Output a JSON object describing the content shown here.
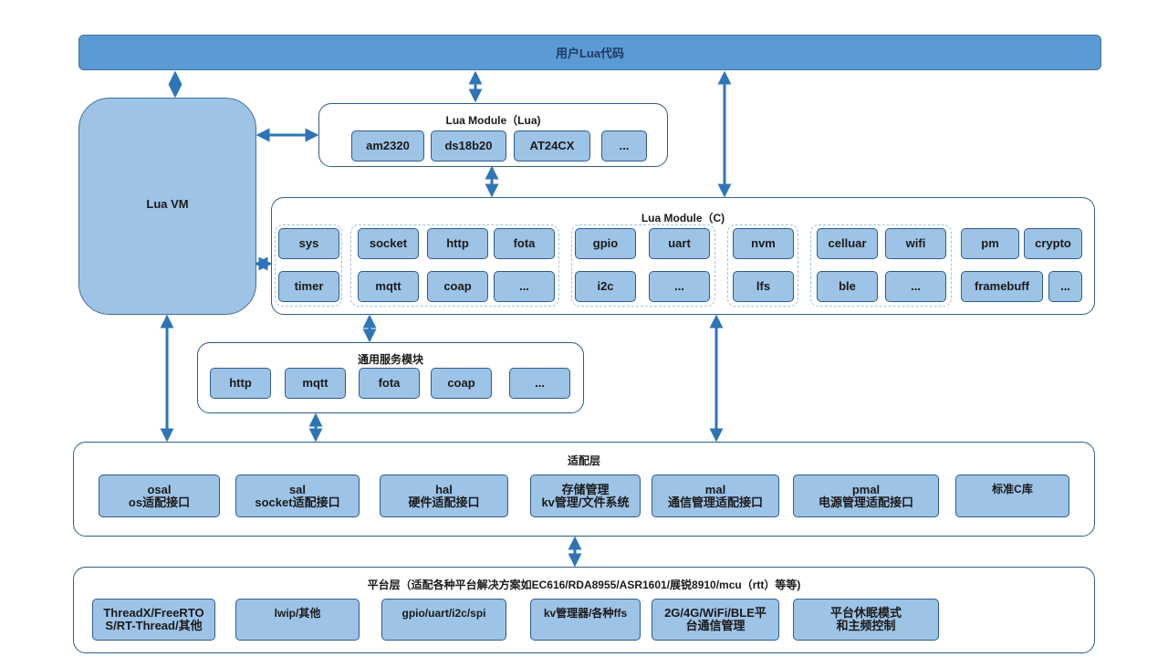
{
  "top_bar": "用户Lua代码",
  "vm": "Lua VM",
  "lua_module_lua": {
    "title": "Lua Module（Lua)",
    "items": [
      "am2320",
      "ds18b20",
      "AT24CX",
      "..."
    ]
  },
  "lua_module_c": {
    "title": "Lua Module（C)",
    "items": [
      "sys",
      "timer",
      "socket",
      "http",
      "fota",
      "mqtt",
      "coap",
      "...",
      "gpio",
      "uart",
      "i2c",
      "...",
      "nvm",
      "lfs",
      "celluar",
      "wifi",
      "ble",
      "...",
      "pm",
      "crypto",
      "framebuff",
      "..."
    ]
  },
  "common_services": {
    "title": "通用服务模块",
    "items": [
      "http",
      "mqtt",
      "fota",
      "coap",
      "..."
    ]
  },
  "adapter_layer": {
    "title": "适配层",
    "items": [
      {
        "l1": "osal",
        "l2": "os适配接口"
      },
      {
        "l1": "sal",
        "l2": "socket适配接口"
      },
      {
        "l1": "hal",
        "l2": "硬件适配接口"
      },
      {
        "l1": "存储管理",
        "l2": "kv管理/文件系统"
      },
      {
        "l1": "mal",
        "l2": "通信管理适配接口"
      },
      {
        "l1": "pmal",
        "l2": "电源管理适配接口"
      },
      {
        "l1": "标准C库",
        "l2": ""
      }
    ]
  },
  "platform_layer": {
    "title": "平台层（适配各种平台解决方案如EC616/RDA8955/ASR1601/展锐8910/mcu（rtt）等等)",
    "items": [
      {
        "l1": "ThreadX/FreeRTO",
        "l2": "S/RT-Thread/其他"
      },
      {
        "l1": "lwip/其他",
        "l2": ""
      },
      {
        "l1": "gpio/uart/i2c/spi",
        "l2": ""
      },
      {
        "l1": "kv管理器/各种ffs",
        "l2": ""
      },
      {
        "l1": "2G/4G/WiFi/BLE平",
        "l2": "台通信管理"
      },
      {
        "l1": "平台休眠模式",
        "l2": "和主频控制"
      }
    ]
  },
  "colors": {
    "accent": "#5b9bd5",
    "chip": "#9dc3e6",
    "border": "#2e5d8a",
    "group_dash": "#9dc3e6",
    "arrow": "#2e75b6"
  }
}
